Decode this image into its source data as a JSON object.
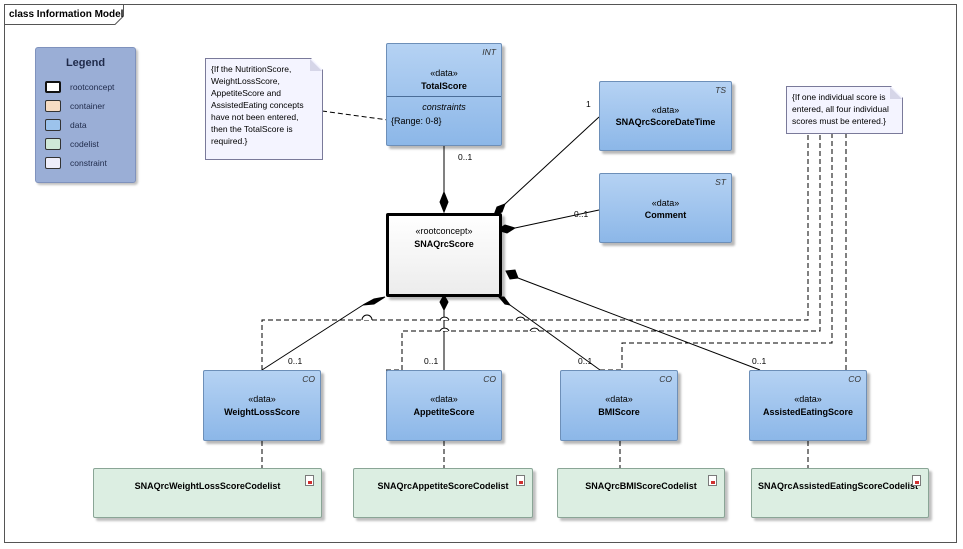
{
  "diagram_title": "class Information Model",
  "legend": {
    "title": "Legend",
    "items": [
      {
        "label": "rootconcept",
        "color": "#ffffff"
      },
      {
        "label": "container",
        "color": "#f6dcc3"
      },
      {
        "label": "data",
        "color": "#9cc3ec"
      },
      {
        "label": "codelist",
        "color": "#cfe8d8"
      },
      {
        "label": "constraint",
        "color": "#eeeefa"
      }
    ]
  },
  "root": {
    "stereotype": "«rootconcept»",
    "name": "SNAQrcScore"
  },
  "total_score": {
    "type_tag": "INT",
    "stereotype": "«data»",
    "name": "TotalScore",
    "constraints_header": "constraints",
    "constraint": "{Range: 0-8}"
  },
  "date_time": {
    "type_tag": "TS",
    "stereotype": "«data»",
    "name": "SNAQrcScoreDateTime"
  },
  "comment": {
    "type_tag": "ST",
    "stereotype": "«data»",
    "name": "Comment"
  },
  "scores": [
    {
      "type_tag": "CO",
      "stereotype": "«data»",
      "name": "WeightLossScore",
      "codelist": "SNAQrcWeightLossScoreCodelist",
      "multiplicity": "0..1"
    },
    {
      "type_tag": "CO",
      "stereotype": "«data»",
      "name": "AppetiteScore",
      "codelist": "SNAQrcAppetiteScoreCodelist",
      "multiplicity": "0..1"
    },
    {
      "type_tag": "CO",
      "stereotype": "«data»",
      "name": "BMIScore",
      "codelist": "SNAQrcBMIScoreCodelist",
      "multiplicity": "0..1"
    },
    {
      "type_tag": "CO",
      "stereotype": "«data»",
      "name": "AssistedEatingScore",
      "codelist": "SNAQrcAssistedEatingScoreCodelist",
      "multiplicity": "0..1"
    }
  ],
  "multiplicities": {
    "total_score": "0..1",
    "date_time": "1",
    "comment": "0..1"
  },
  "notes": {
    "total_score_rule": "{If the NutritionScore, WeightLossScore, AppetiteScore and AssistedEating concepts have not been entered, then the TotalScore is required.}",
    "all_scores_rule": "{If one individual score is entered, all four individual scores must be entered.}"
  }
}
